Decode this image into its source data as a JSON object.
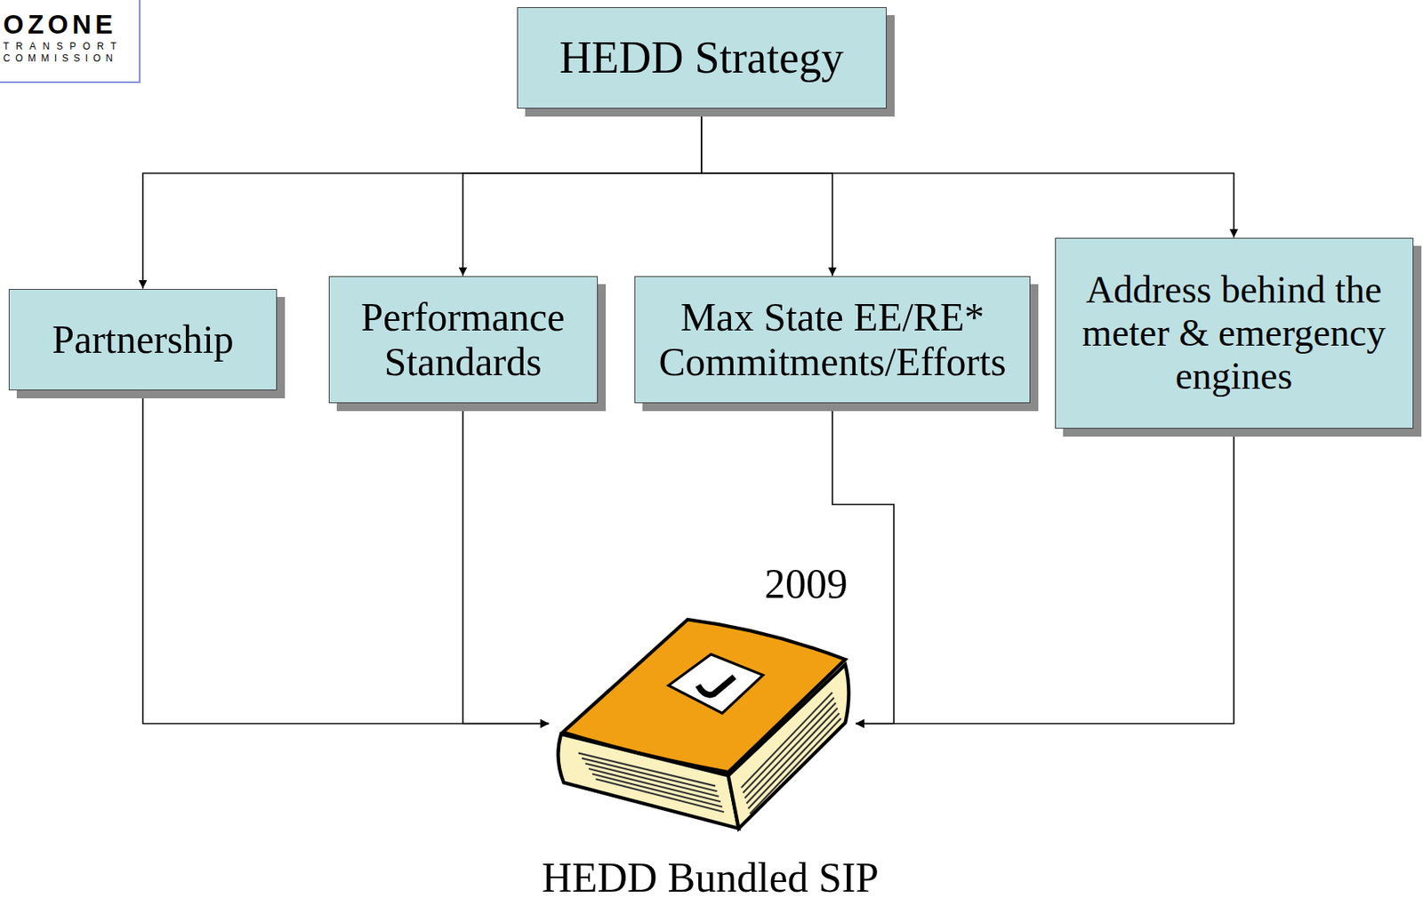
{
  "diagram": {
    "nodes": [
      {
        "text": [
          "HEDD Strategy"
        ]
      },
      {
        "text": [
          "Partnership"
        ]
      },
      {
        "text": [
          "Performance Standards"
        ]
      },
      {
        "text": [
          "Max State EE/RE* Commitments/Efforts"
        ]
      },
      {
        "text": [
          "Address behind the meter & emergency engines"
        ]
      },
      {
        "text": [
          "2009",
          "HEDD Bundled SIP"
        ]
      }
    ],
    "edges": [
      {
        "from": 0,
        "to": 1,
        "arrow": "to"
      },
      {
        "from": 0,
        "to": 2,
        "arrow": "to"
      },
      {
        "from": 0,
        "to": 3,
        "arrow": "to"
      },
      {
        "from": 0,
        "to": 4,
        "arrow": "to"
      },
      {
        "from": 1,
        "to": 5,
        "arrow": "to"
      },
      {
        "from": 2,
        "to": 5,
        "arrow": "to"
      },
      {
        "from": 3,
        "to": 5,
        "arrow": "to"
      },
      {
        "from": 4,
        "to": 5,
        "arrow": "to"
      }
    ],
    "labels": [
      "OZONE",
      "TRANSPORT",
      "COMMISSION"
    ]
  }
}
